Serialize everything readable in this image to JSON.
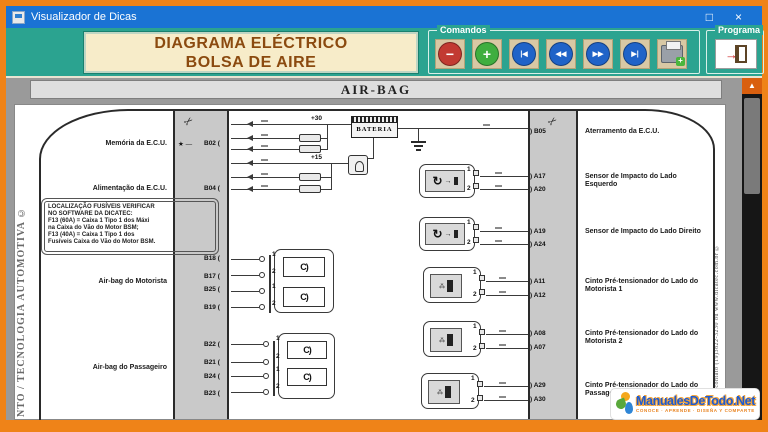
{
  "window": {
    "title": "Visualizador de Dicas",
    "maximize_glyph": "□",
    "close_glyph": "×"
  },
  "header": {
    "line1": "DIAGRAMA ELÉCTRICO",
    "line2": "BOLSA DE AIRE"
  },
  "toolbar": {
    "comandos_label": "Comandos",
    "programa_label": "Programa",
    "zoom_out_glyph": "−",
    "zoom_in_glyph": "+",
    "first_glyph": "|◀",
    "prev_glyph": "◀◀",
    "next_glyph": "▶▶",
    "last_glyph": "▶|",
    "exit_arrow_glyph": "→"
  },
  "diagram": {
    "title": "AIR-BAG",
    "left_margin_text": "NTO / TECNOLOGIA AUTOMOTIVA ©",
    "right_margin_text": "entrar em contato (19)3822-3230 ou www.dicatec.com.br ©",
    "battery_label": "BATERIA",
    "plus30": "+30",
    "plus15": "+15",
    "star": "★ —",
    "pin1": "1",
    "pin2": "2",
    "squib_glyph": "C)",
    "sensor_glyph": "↻",
    "sensor_plug_glyph": "→",
    "scissors_glyph": "✂",
    "up_arrow_glyph": "▲",
    "fuse_note": {
      "line1": "LOCALIZAÇÃO FUSÍVEIS VERIFICAR",
      "line2": "NO SOFTWARE DA DICATEC:",
      "line3": "F13 (60A) = Caixa 1 Tipo 1 dos Máxi",
      "line4": "na Caixa do Vão do Motor BSM;",
      "line5": "F13 (40A) = Caixa 1 Tipo 1 dos",
      "line6": "Fusíveis Caixa do Vão do Motor BSM."
    },
    "left_labels": {
      "memoria": "Memória da E.C.U.",
      "alimentacao": "Alimentação da E.C.U.",
      "airbag_motorista": "Air-bag do Motorista",
      "airbag_passageiro": "Air-bag do Passageiro"
    },
    "right_labels": {
      "aterramento": "Aterramento da E.C.U.",
      "sensor_esquerdo": "Sensor de Impacto do Lado Esquerdo",
      "sensor_direito": "Sensor de Impacto do Lado Direito",
      "cinto_motorista1": "Cinto Pré-tensionador do Lado do Motorista 1",
      "cinto_motorista2": "Cinto Pré-tensionador do Lado do Motorista 2",
      "cinto_passageiro1": "Cinto Pré-tensionador do Lado do Passageiro 1"
    },
    "left_pins": {
      "b02": "B02",
      "b04": "B04",
      "b18": "B18",
      "b17": "B17",
      "b25": "B25",
      "b19": "B19",
      "b22": "B22",
      "b21": "B21",
      "b24": "B24",
      "b23": "B23"
    },
    "right_pins": {
      "b05": "B05",
      "a17": "A17",
      "a20": "A20",
      "a19": "A19",
      "a24": "A24",
      "a11": "A11",
      "a12": "A12",
      "a08": "A08",
      "a07": "A07",
      "a29": "A29",
      "a30": "A30"
    }
  },
  "logo": {
    "text": "ManualesDeTodo.Net",
    "tagline": "CONOCE · APRENDE · DISEÑA Y COMPARTE"
  },
  "colors": {
    "accent_teal": "#2ba390",
    "accent_orange": "#ef8318",
    "titlebar_blue": "#1a73d4",
    "title_text_brown": "#8b4a0f"
  }
}
